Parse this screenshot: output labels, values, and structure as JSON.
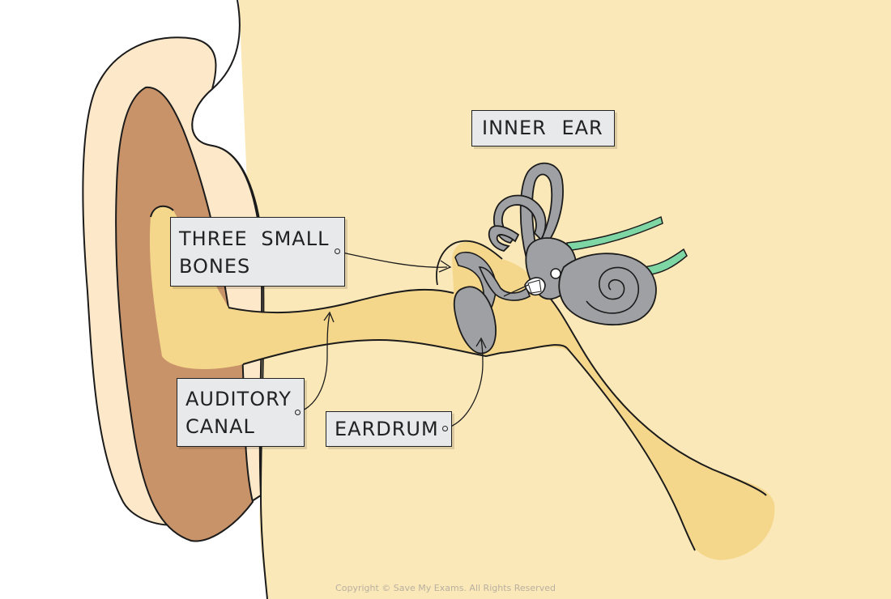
{
  "labels": {
    "inner_ear": "INNER EAR",
    "three_small_bones_line1": "THREE SMALL",
    "three_small_bones_line2": "BONES",
    "auditory_canal_line1": "AUDITORY",
    "auditory_canal_line2": "CANAL",
    "eardrum": "EARDRUM"
  },
  "copyright": "Copyright © Save My Exams. All Rights Reserved",
  "colors": {
    "head_skin": "#fbe8b8",
    "outer_ear_rim": "#fde8c9",
    "concha": "#c9936a",
    "canal": "#f5d78c",
    "ossicles_inner_ear": "#9ea0a3",
    "nerves": "#7fd6a5",
    "label_background": "#e7e9ea"
  },
  "icons": [
    "ear-anatomy-drawing"
  ]
}
